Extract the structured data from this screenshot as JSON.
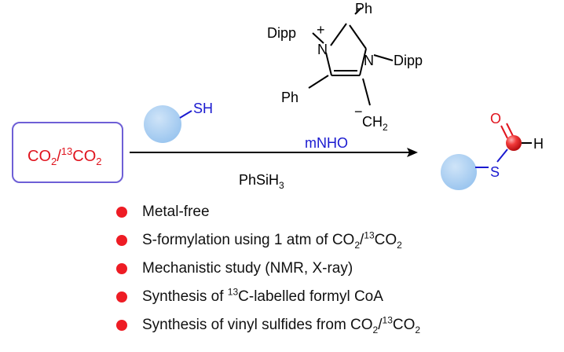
{
  "reactant_box": {
    "co2": "CO",
    "sub2": "2",
    "slash": "/",
    "sup13": "13",
    "co2b": "CO",
    "sub2b": "2",
    "border_color": "#6e5fd6",
    "text_color": "#e0141e"
  },
  "thiol": {
    "group": "SH",
    "color": "#1a1ad0",
    "ball_color": "#a8cdf2"
  },
  "catalyst": {
    "label": "mNHO",
    "label_color": "#1a1ad0",
    "dipp_left": "Dipp",
    "plus": "+",
    "n_left": "N",
    "ph_top": "Ph",
    "n_right": "N",
    "dipp_right": "Dipp",
    "ph_left": "Ph",
    "minus": "−",
    "ch2": "CH",
    "ch2_sub": "2"
  },
  "reagent_below": {
    "text": "PhSiH",
    "sub": "3"
  },
  "product": {
    "o": "O",
    "h": "H",
    "s": "S",
    "o_color": "#e0141e",
    "s_color": "#1a1ad0",
    "carbon_color": "#e0141e"
  },
  "bullets": [
    {
      "text": "Metal-free"
    },
    {
      "pre": "S-formylation using 1 atm of CO",
      "sub": "2",
      "mid": "/",
      "sup": "13",
      "post": "CO",
      "sub2": "2"
    },
    {
      "text": "Mechanistic study (NMR, X-ray)"
    },
    {
      "pre": "Synthesis of ",
      "sup": "13",
      "post": "C-labelled formyl  CoA"
    },
    {
      "pre": "Synthesis of vinyl sulfides from  CO",
      "sub": "2",
      "mid": "/",
      "sup": "13",
      "post": "CO",
      "sub2": "2"
    }
  ],
  "bullet_color": "#ee1c24"
}
